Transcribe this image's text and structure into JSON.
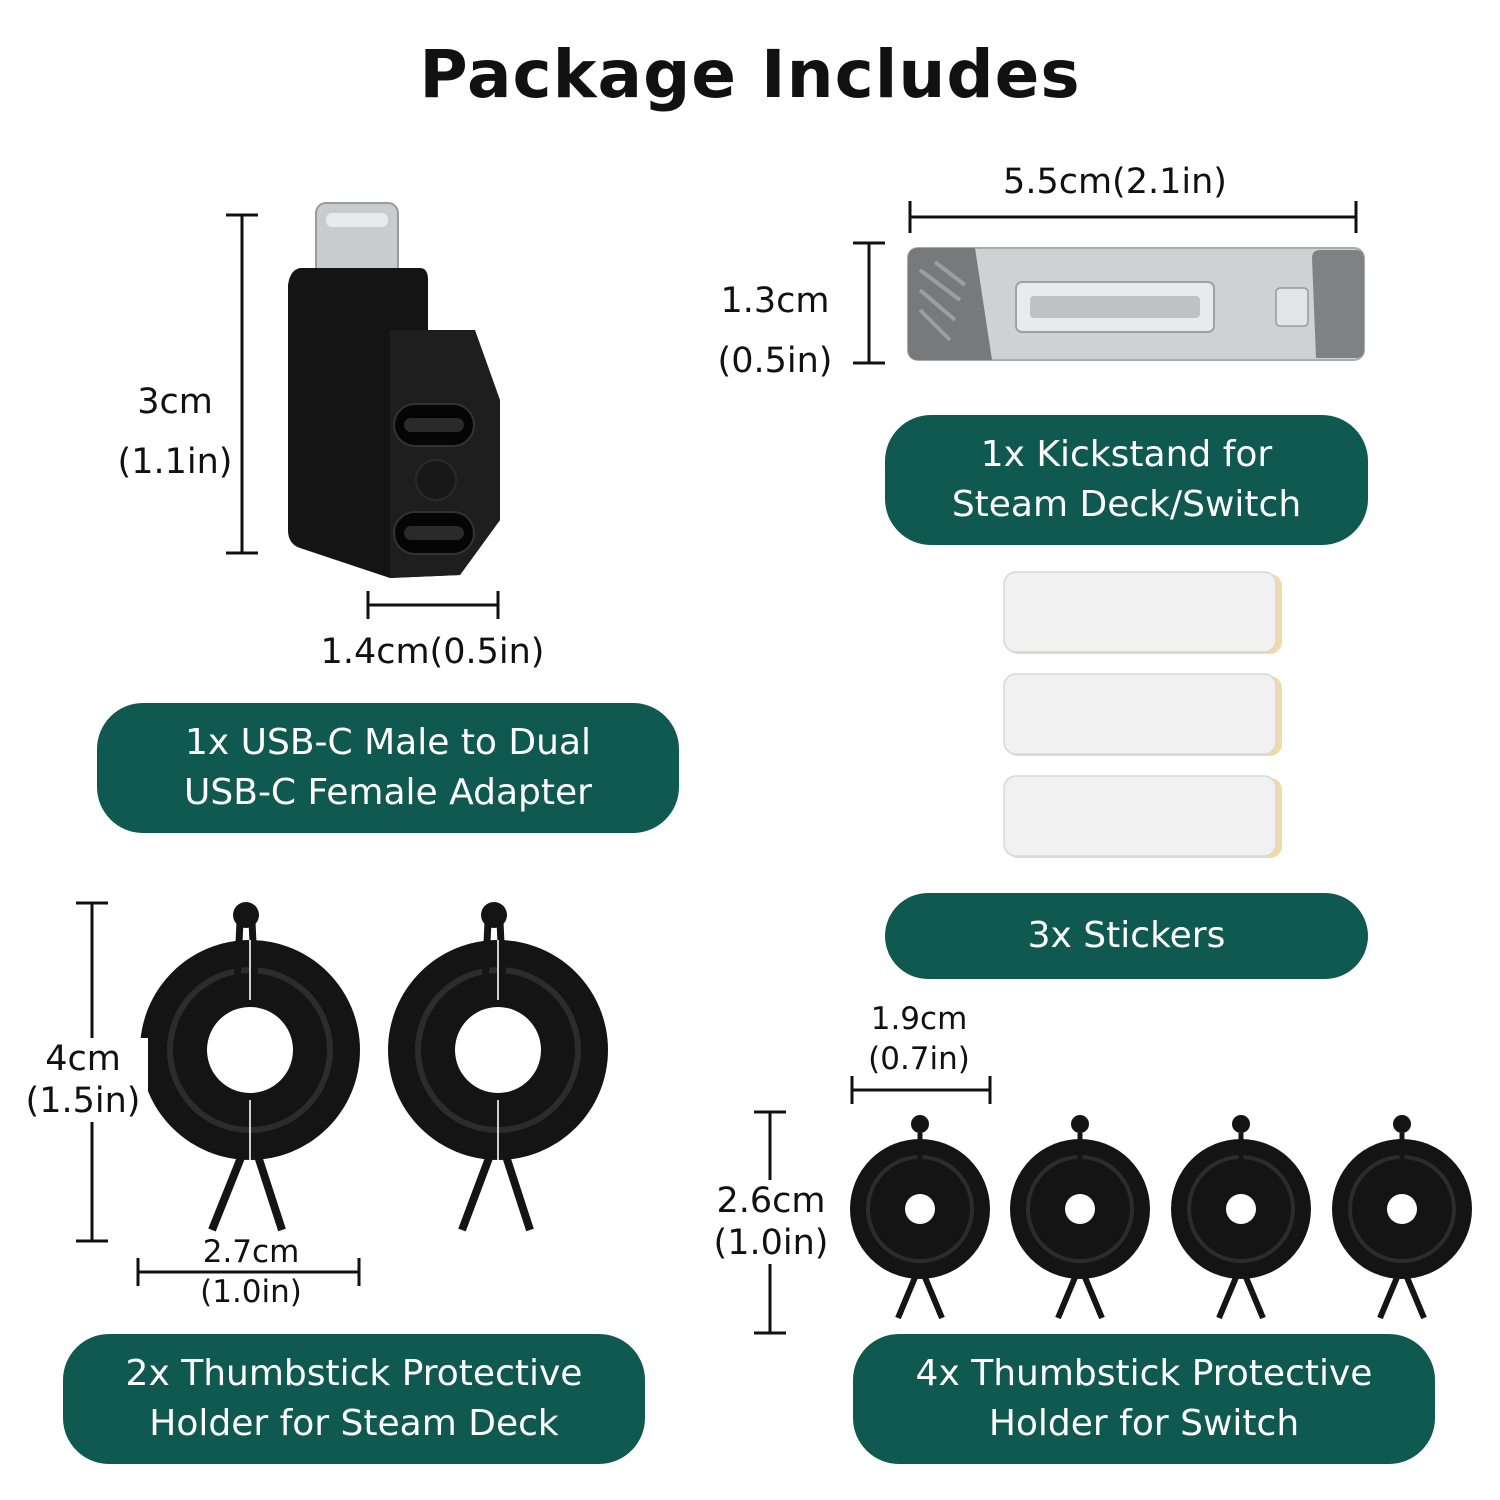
{
  "title": "Package Includes",
  "items": {
    "adapter": {
      "label": "1x USB-C Male to Dual\nUSB-C Female Adapter",
      "height": "3cm\n(1.1in)",
      "width": "1.4cm(0.5in)"
    },
    "kickstand": {
      "label": "1x Kickstand for\nSteam Deck/Switch",
      "width": "5.5cm(2.1in)",
      "height": "1.3cm\n(0.5in)"
    },
    "stickers": {
      "label": "3x Stickers"
    },
    "steamdeck_holder": {
      "label": "2x Thumbstick Protective\nHolder for Steam Deck",
      "height": "4cm\n(1.5in)",
      "width": "2.7cm\n(1.0in)"
    },
    "switch_holder": {
      "label": "4x Thumbstick Protective\nHolder for Switch",
      "width": "1.9cm\n(0.7in)",
      "height": "2.6cm\n(1.0in)"
    }
  },
  "colors": {
    "pill": "#0f5951",
    "product": "#141414",
    "metal": "#c9cbcd"
  }
}
